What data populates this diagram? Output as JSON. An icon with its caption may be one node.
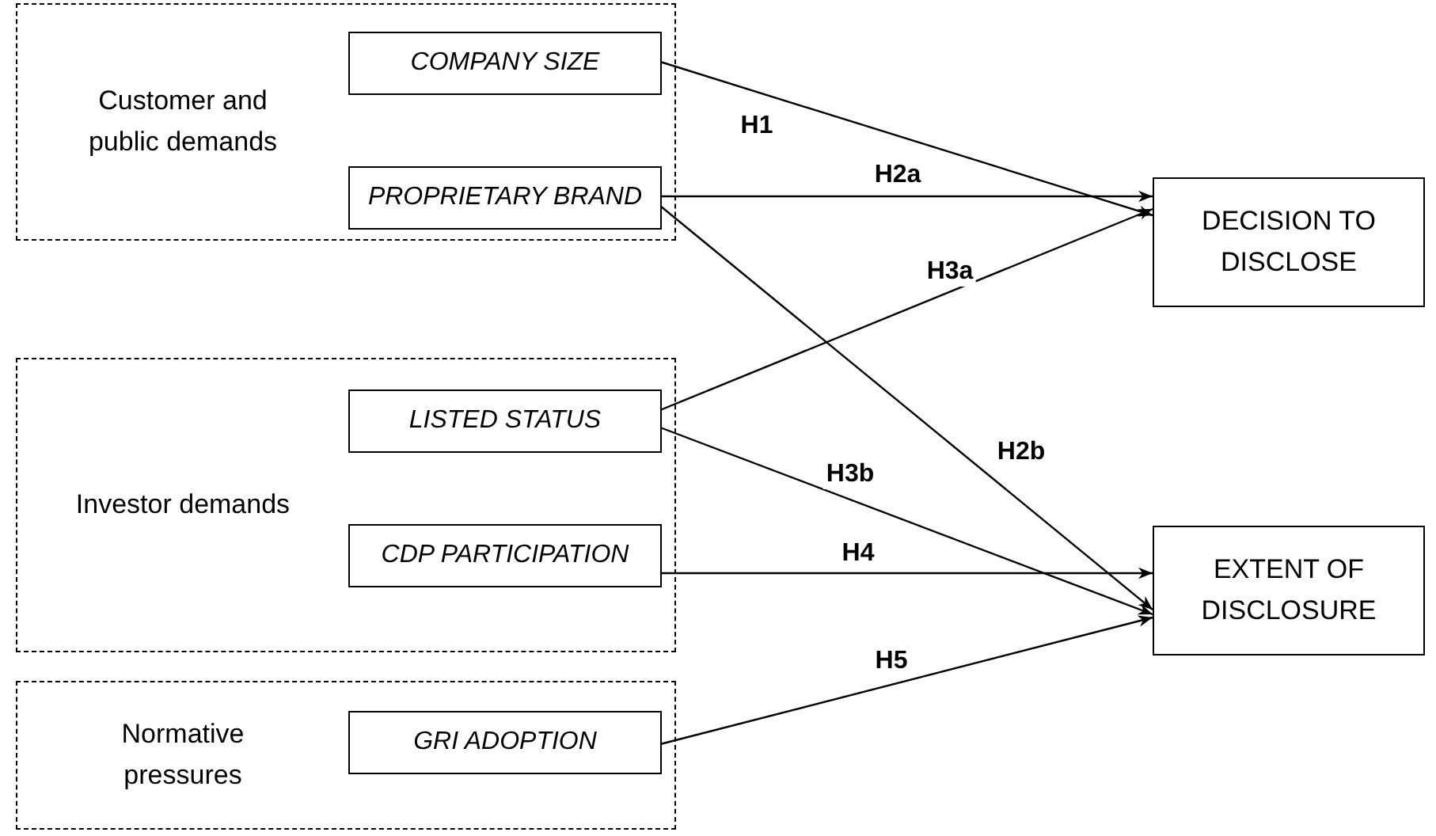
{
  "diagram": {
    "nodes": [
      {
        "text": [
          "Customer and public demands"
        ]
      },
      {
        "text": [
          "COMPANY SIZE"
        ],
        "in": 0
      },
      {
        "text": [
          "PROPRIETARY BRAND"
        ],
        "in": 0
      },
      {
        "text": [
          "Investor demands"
        ]
      },
      {
        "text": [
          "LISTED STATUS"
        ],
        "in": 3
      },
      {
        "text": [
          "CDP PARTICIPATION"
        ],
        "in": 3
      },
      {
        "text": [
          "Normative pressures"
        ]
      },
      {
        "text": [
          "GRI ADOPTION"
        ],
        "in": 6
      },
      {
        "text": [
          "DECISION TO DISCLOSE"
        ]
      },
      {
        "text": [
          "EXTENT OF DISCLOSURE"
        ]
      }
    ],
    "edges": [
      {
        "from": 1,
        "to": 8,
        "arrow": "to",
        "label": "H1"
      },
      {
        "from": 2,
        "to": 8,
        "arrow": "to",
        "label": "H2a"
      },
      {
        "from": 4,
        "to": 8,
        "arrow": "to",
        "label": "H3a"
      },
      {
        "from": 2,
        "to": 9,
        "arrow": "to",
        "label": "H2b"
      },
      {
        "from": 4,
        "to": 9,
        "arrow": "to",
        "label": "H3b"
      },
      {
        "from": 5,
        "to": 9,
        "arrow": "to",
        "label": "H4"
      },
      {
        "from": 7,
        "to": 9,
        "arrow": "to",
        "label": "H5"
      }
    ]
  }
}
